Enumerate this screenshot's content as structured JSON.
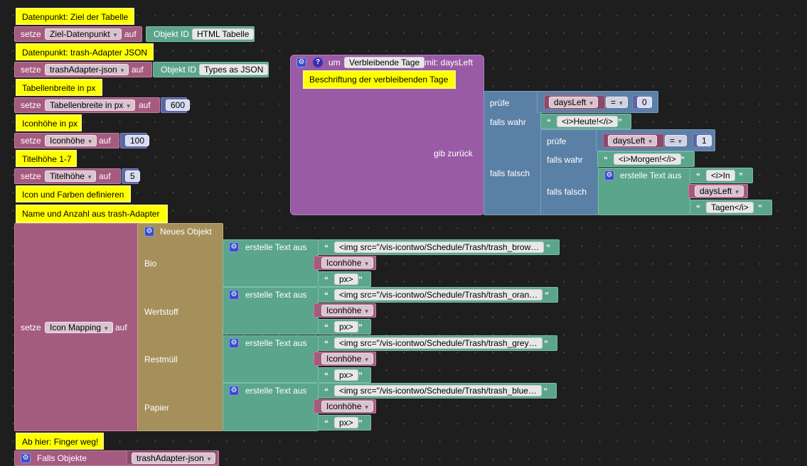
{
  "comments": {
    "c1": "Datenpunkt: Ziel der Tabelle",
    "c2": "Datenpunkt: trash-Adapter JSON",
    "c3": "Tabellenbreite in px",
    "c4": "Iconhöhe in px",
    "c5": "Titelhöhe 1-7",
    "c6": "Icon und Farben definieren",
    "c7": "Name und Anzahl aus trash-Adapter",
    "c8": "Ab hier: Finger weg!",
    "func": "Beschriftung der verbleibenden Tage"
  },
  "kw": {
    "setze": "setze",
    "auf": "auf",
    "objekt_id": "Objekt ID",
    "neues_objekt": "Neues Objekt",
    "erstelle_text": "erstelle Text aus",
    "pruefe": "prüfe",
    "falls_wahr": "falls wahr",
    "falls_falsch": "falls falsch",
    "gib_zurueck": "gib zurück",
    "um": "um",
    "mit": "mit: daysLeft",
    "falls_objekte": "Falls Objekte",
    "eq": "=",
    "qopen": "“",
    "qclose": "”"
  },
  "vars": {
    "ziel": "Ziel-Datenpunkt",
    "trash_json": "trashAdapter-json",
    "breite": "Tabellenbreite in px",
    "icon_h": "Iconhöhe",
    "titel_h": "Titelhöhe",
    "icon_map": "Icon Mapping",
    "days_left": "daysLeft"
  },
  "values": {
    "html_tabelle": "HTML Tabelle",
    "types_json": "Types as JSON",
    "breite": "600",
    "icon_h": "100",
    "titel_h": "5"
  },
  "func": {
    "name": "Verbleibende Tage",
    "num0": "0",
    "num1": "1",
    "heute": "<i>Heute!</i>",
    "morgen": "<i>Morgen!</i>",
    "in": "<i>In",
    "tagen": "Tagen</i>"
  },
  "mapping": {
    "items": [
      {
        "key": "Bio",
        "img": "<img src=\"/vis-icontwo/Schedule/Trash/trash_brow…",
        "var": "Iconhöhe",
        "px": "px>"
      },
      {
        "key": "Wertstoff",
        "img": "<img src=\"/vis-icontwo/Schedule/Trash/trash_oran…",
        "var": "Iconhöhe",
        "px": "px>"
      },
      {
        "key": "Restmüll",
        "img": "<img src=\"/vis-icontwo/Schedule/Trash/trash_grey…",
        "var": "Iconhöhe",
        "px": "px>"
      },
      {
        "key": "Papier",
        "img": "<img src=\"/vis-icontwo/Schedule/Trash/trash_blue…",
        "var": "Iconhöhe",
        "px": "px>"
      }
    ]
  },
  "icons": {
    "gear": "⚙",
    "help": "?"
  },
  "colors": {
    "variables": "#a55b80",
    "text": "#5ba58c",
    "logic": "#5b80a5",
    "math": "#5b67a5",
    "procedure": "#995ba5",
    "object": "#a5905b",
    "comment": "#ffff00"
  }
}
